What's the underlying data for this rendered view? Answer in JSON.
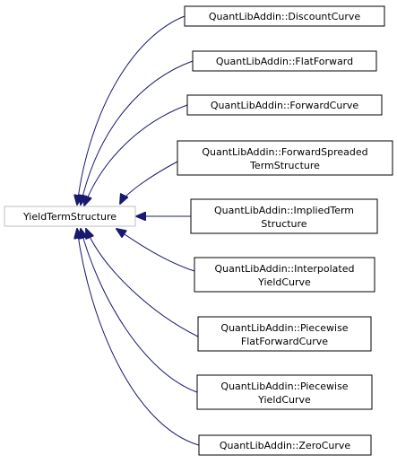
{
  "diagram": {
    "base": {
      "label": "YieldTermStructure"
    },
    "derived": [
      {
        "lines": [
          "QuantLibAddin::DiscountCurve"
        ]
      },
      {
        "lines": [
          "QuantLibAddin::FlatForward"
        ]
      },
      {
        "lines": [
          "QuantLibAddin::ForwardCurve"
        ]
      },
      {
        "lines": [
          "QuantLibAddin::ForwardSpreaded",
          "TermStructure"
        ]
      },
      {
        "lines": [
          "QuantLibAddin::ImpliedTerm",
          "Structure"
        ]
      },
      {
        "lines": [
          "QuantLibAddin::Interpolated",
          "YieldCurve"
        ]
      },
      {
        "lines": [
          "QuantLibAddin::Piecewise",
          "FlatForwardCurve"
        ]
      },
      {
        "lines": [
          "QuantLibAddin::Piecewise",
          "YieldCurve"
        ]
      },
      {
        "lines": [
          "QuantLibAddin::ZeroCurve"
        ]
      }
    ],
    "colors": {
      "edge": "#191970",
      "node_border": "#000000",
      "base_border": "#bfbfbf",
      "text": "#000000"
    }
  }
}
